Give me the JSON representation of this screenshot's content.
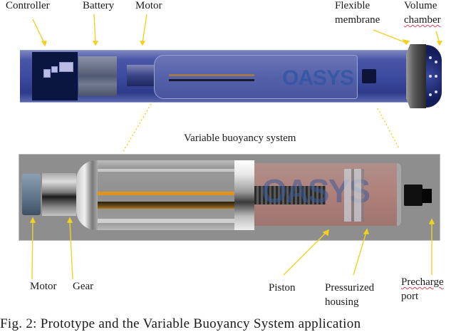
{
  "top_assembly": {
    "labels": {
      "controller": "Controller",
      "battery": "Battery",
      "motor": "Motor",
      "flexible_membrane_line1": "Flexible",
      "flexible_membrane_line2": "membrane",
      "volume_chamber_line1": "Volume",
      "volume_chamber_line2": "chamber"
    },
    "logo_text": "OASYS",
    "tube_color": "#3c4aa0"
  },
  "section_title": "Variable buoyancy system",
  "bottom_assembly": {
    "labels": {
      "motor": "Motor",
      "gear": "Gear",
      "piston": "Piston",
      "pressurized_housing_line1": "Pressurized",
      "pressurized_housing_line2": "housing",
      "precharge_port_line1": "Precharge",
      "precharge_port_line2": "port"
    },
    "logo_text": "OASYS",
    "panel_color": "#8e8e8e",
    "rod_color": "#e0941e"
  },
  "annotation_arrow_color": "#f2d21e",
  "caption": "Fig. 2: Prototype and the Variable Buoyancy System application"
}
